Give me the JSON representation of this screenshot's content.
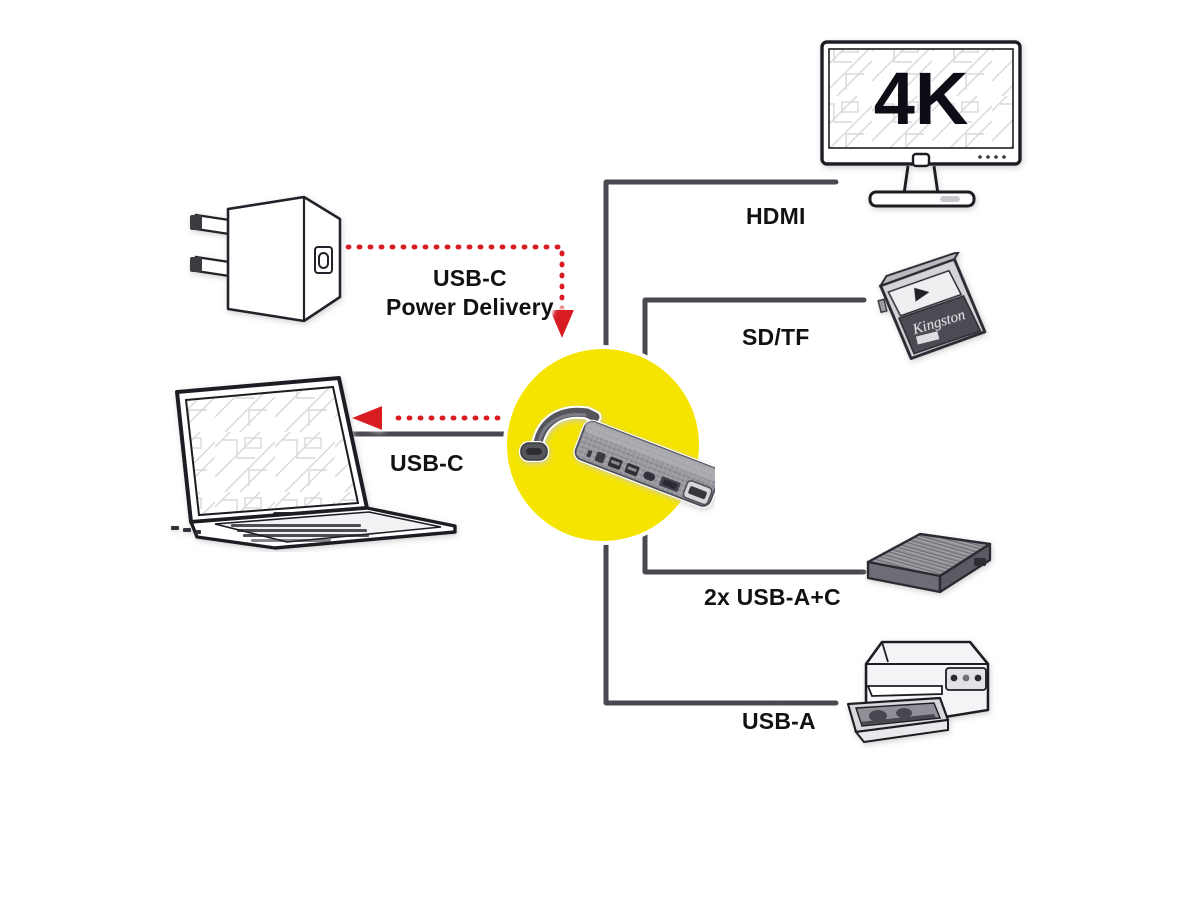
{
  "diagram": {
    "title": "USB-C multiport hub connectivity diagram",
    "background_color": "#ffffff",
    "accent_circle_color": "#f5e400",
    "line_color": "#4a4a4f",
    "power_line_color": "#d81e20",
    "label_color": "#121212"
  },
  "hub": {
    "name": "usb-c-multiport-hub",
    "body_color": "#8d8d92",
    "cable_color": "#5a5a60"
  },
  "labels": {
    "power_delivery": "USB-C\nPower Delivery",
    "usb_c": "USB-C",
    "hdmi": "HDMI",
    "sd_tf": "SD/TF",
    "usb_a_c": "2x USB-A+C",
    "usb_a": "USB-A"
  },
  "devices": {
    "power_adapter": {
      "name": "power-adapter",
      "label": "USB-C power adapter"
    },
    "laptop": {
      "name": "laptop",
      "label": "Notebook"
    },
    "monitor": {
      "name": "monitor-4k",
      "screen_text": "4K"
    },
    "sd_card": {
      "name": "sd-card",
      "label": "SD memory card"
    },
    "hard_drive": {
      "name": "external-hard-drive",
      "label": "External HDD"
    },
    "printer": {
      "name": "printer",
      "label": "Inkjet printer"
    }
  },
  "connections": [
    {
      "name": "adapter-to-hub",
      "label": "USB-C\nPower Delivery",
      "style": "dotted",
      "color": "#d81e20"
    },
    {
      "name": "hub-to-laptop-power",
      "label": "",
      "style": "dotted",
      "color": "#d81e20"
    },
    {
      "name": "hub-to-laptop",
      "label": "USB-C",
      "style": "solid",
      "color": "#4a4a4f"
    },
    {
      "name": "hub-to-monitor",
      "label": "HDMI",
      "style": "solid",
      "color": "#4a4a4f"
    },
    {
      "name": "hub-to-sdcard",
      "label": "SD/TF",
      "style": "solid",
      "color": "#4a4a4f"
    },
    {
      "name": "hub-to-harddrive",
      "label": "2x USB-A+C",
      "style": "solid",
      "color": "#4a4a4f"
    },
    {
      "name": "hub-to-printer",
      "label": "USB-A",
      "style": "solid",
      "color": "#4a4a4f"
    }
  ]
}
